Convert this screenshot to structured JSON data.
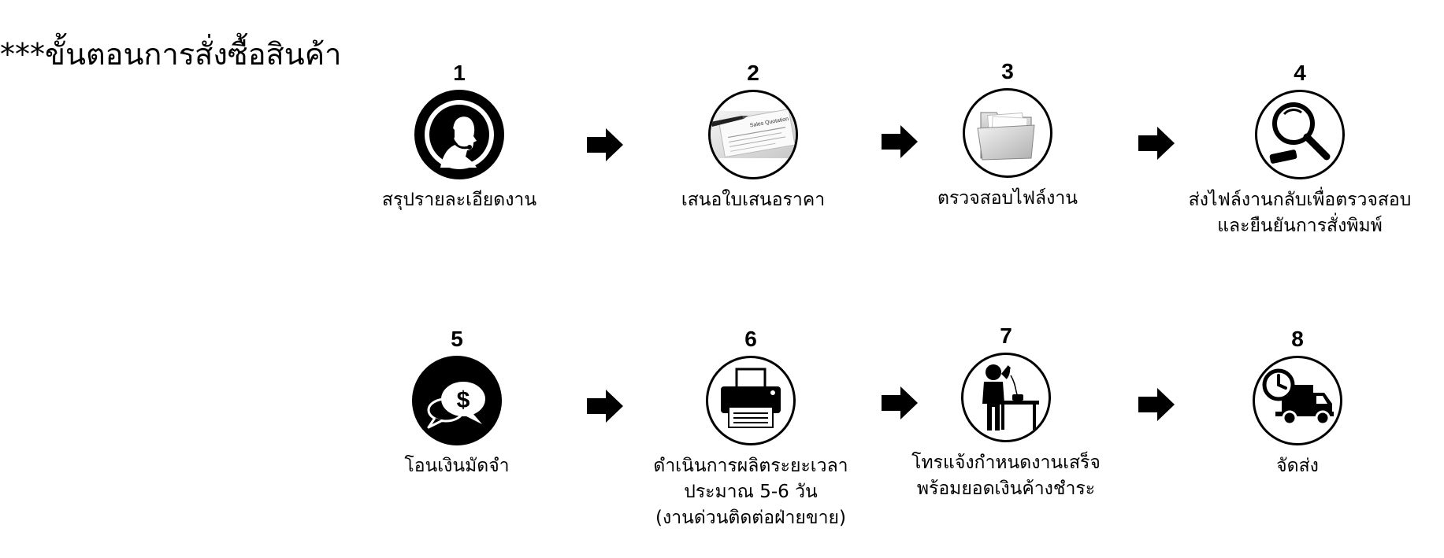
{
  "page": {
    "title": "***ขั้นตอนการสั่งซื้อสินค้า"
  },
  "steps": [
    {
      "number": "1",
      "icon": "headset-support-icon",
      "lines": [
        "สรุปรายละเอียดงาน"
      ]
    },
    {
      "number": "2",
      "icon": "sales-quotation-document-icon",
      "lines": [
        "เสนอใบเสนอราคา"
      ],
      "image_text": "Sales Quotation"
    },
    {
      "number": "3",
      "icon": "folder-icon",
      "lines": [
        "ตรวจสอบไฟล์งาน"
      ]
    },
    {
      "number": "4",
      "icon": "magnifier-icon",
      "lines": [
        "ส่งไฟล์งานกลับเพื่อตรวจสอบ",
        "และยืนยันการสั่งพิมพ์"
      ]
    },
    {
      "number": "5",
      "icon": "dollar-chat-bubbles-icon",
      "lines": [
        "โอนเงินมัดจำ"
      ],
      "image_text": "$"
    },
    {
      "number": "6",
      "icon": "printer-icon",
      "lines": [
        "ดำเนินการผลิตระยะเวลา",
        "ประมาณ 5-6 วัน",
        "(งานด่วนติดต่อฝ่ายขาย)"
      ]
    },
    {
      "number": "7",
      "icon": "person-on-phone-icon",
      "lines": [
        "โทรแจ้งกำหนดงานเสร็จ",
        "พร้อมยอดเงินค้างชำระ"
      ]
    },
    {
      "number": "8",
      "icon": "delivery-truck-clock-icon",
      "lines": [
        "จัดส่ง"
      ]
    }
  ]
}
